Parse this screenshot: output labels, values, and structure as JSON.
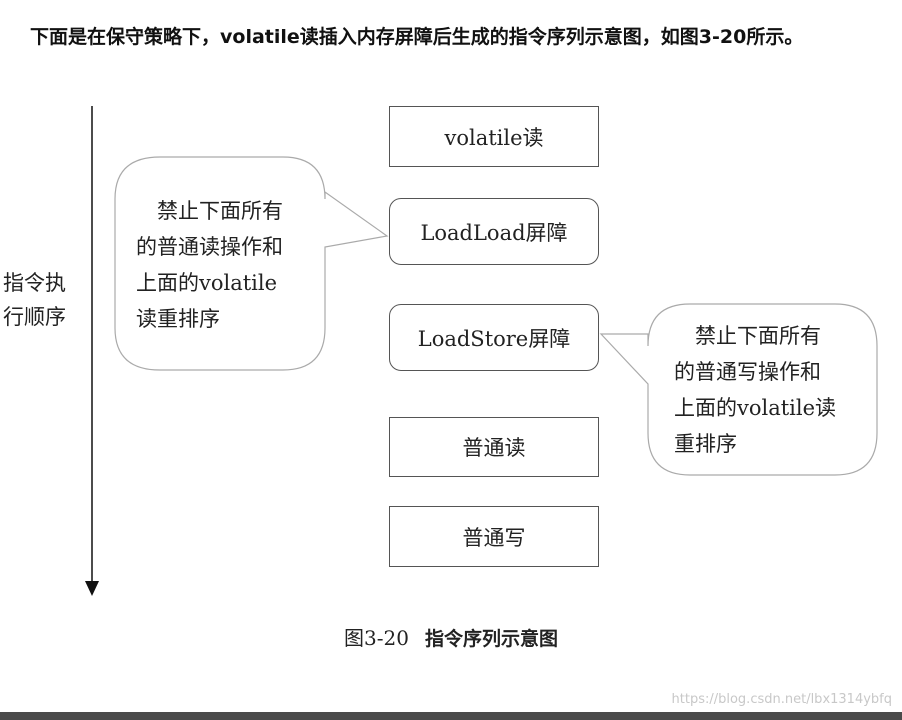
{
  "intro_text": "下面是在保守策略下，volatile读插入内存屏障后生成的指令序列示意图，如图3-20所示。",
  "order_label": {
    "line1": "指令执",
    "line2": "行顺序"
  },
  "sequence": [
    {
      "label": "volatile读"
    },
    {
      "label": "LoadLoad屏障"
    },
    {
      "label": "LoadStore屏障"
    },
    {
      "label": "普通读"
    },
    {
      "label": "普通写"
    }
  ],
  "callouts": {
    "left": {
      "lines": [
        "　禁止下面所有",
        "的普通读操作和",
        "上面的volatile",
        "读重排序"
      ]
    },
    "right": {
      "lines": [
        "　禁止下面所有",
        "的普通写操作和",
        "上面的volatile读",
        "重排序"
      ]
    }
  },
  "caption": {
    "number": "图3-20",
    "title": "指令序列示意图"
  },
  "watermark": "https://blog.csdn.net/lbx1314ybfq",
  "colors": {
    "stroke": "#555555",
    "callout_stroke": "#aaaaaa",
    "arrow": "#111111"
  }
}
